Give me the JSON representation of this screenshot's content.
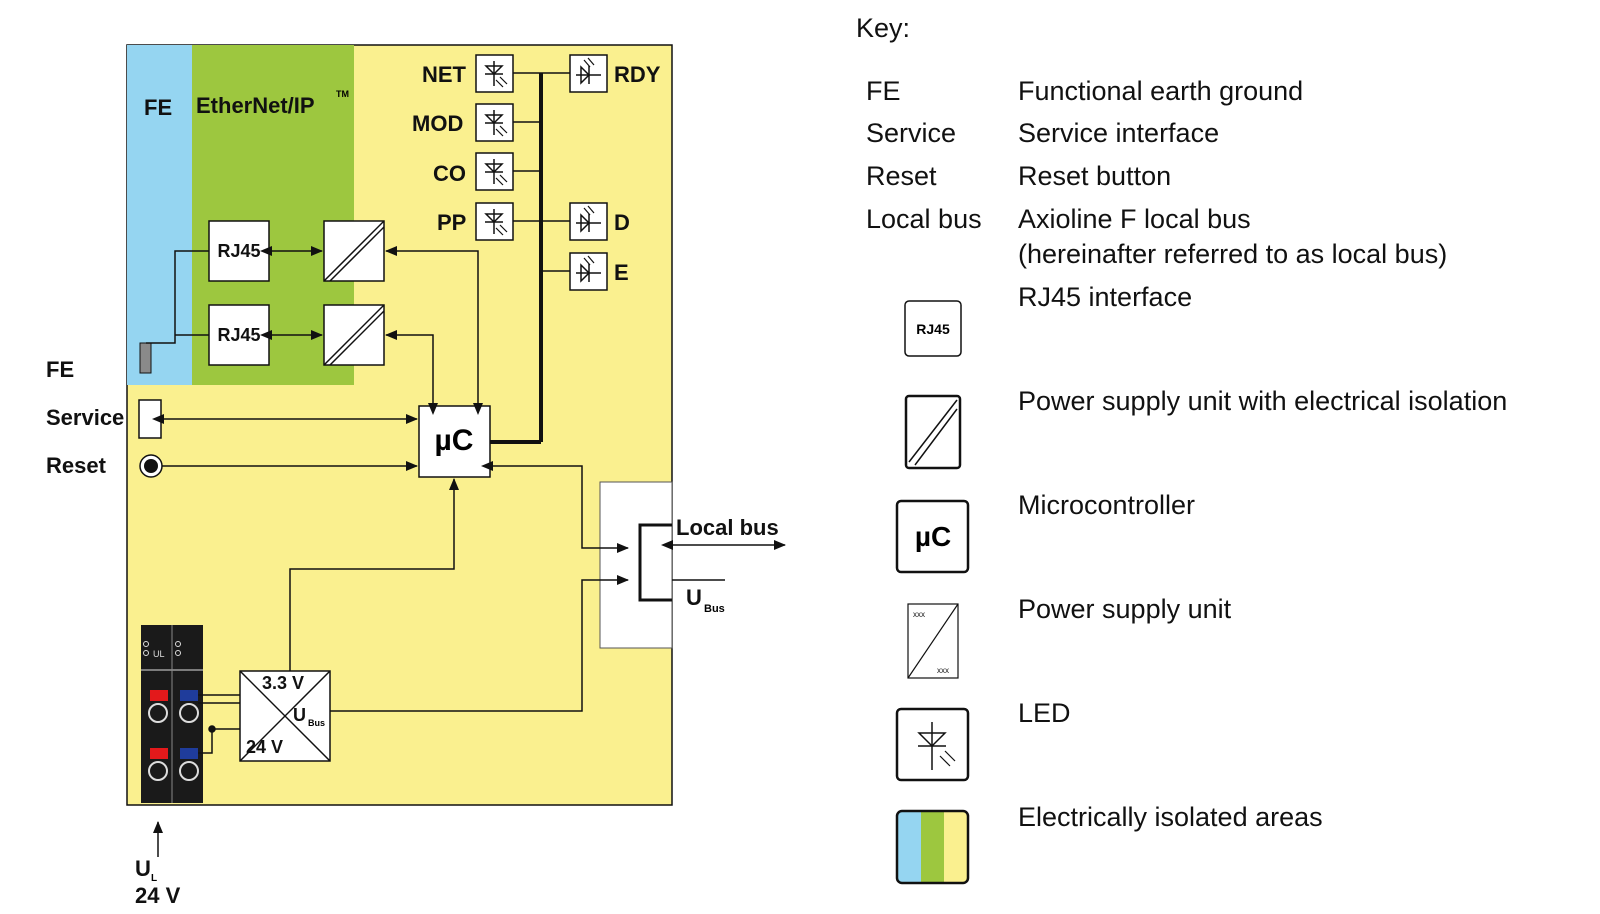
{
  "diagram": {
    "fe_area_label": "FE",
    "ethernet_label": "EtherNet/IP",
    "ethernet_tm": "TM",
    "rj45_label": "RJ45",
    "uc_label": "µC",
    "led_labels": {
      "net": "NET",
      "mod": "MOD",
      "co": "CO",
      "pp": "PP",
      "rdy": "RDY",
      "d": "D",
      "e": "E"
    },
    "side_labels": {
      "fe": "FE",
      "service": "Service",
      "reset": "Reset"
    },
    "local_bus_label": "Local bus",
    "ubus": {
      "main": "U",
      "sub": "Bus"
    },
    "psu": {
      "v33": "3.3 V",
      "ubus_main": "U",
      "ubus_sub": "Bus",
      "v24": "24 V"
    },
    "terminal_label": "UL",
    "supply": {
      "main": "U",
      "sub": "L",
      "voltage": "24 V"
    }
  },
  "key": {
    "title": "Key:",
    "entries": [
      {
        "term": "FE",
        "desc": "Functional earth ground"
      },
      {
        "term": "Service",
        "desc": "Service interface"
      },
      {
        "term": "Reset",
        "desc": "Reset button"
      },
      {
        "term": "Local bus",
        "desc": "Axioline F local bus",
        "desc2": "(hereinafter referred to as local bus)"
      }
    ],
    "symbols": [
      {
        "icon": "rj45-icon",
        "icon_text": "RJ45",
        "desc": "RJ45 interface"
      },
      {
        "icon": "isolated-psu-icon",
        "desc": "Power supply unit with electrical isolation"
      },
      {
        "icon": "microcontroller-icon",
        "icon_text": "µC",
        "desc": "Microcontroller"
      },
      {
        "icon": "psu-icon",
        "icon_text": "xxx",
        "desc": "Power supply unit"
      },
      {
        "icon": "led-icon",
        "desc": "LED"
      },
      {
        "icon": "isolated-areas-icon",
        "desc": "Electrically isolated areas"
      }
    ]
  },
  "colors": {
    "yellow": "#FAF08F",
    "blue": "#95D5F1",
    "green": "#9DC73F",
    "red": "#E3191B",
    "navy": "#1F3C9B",
    "dark": "#1A1A1A"
  }
}
